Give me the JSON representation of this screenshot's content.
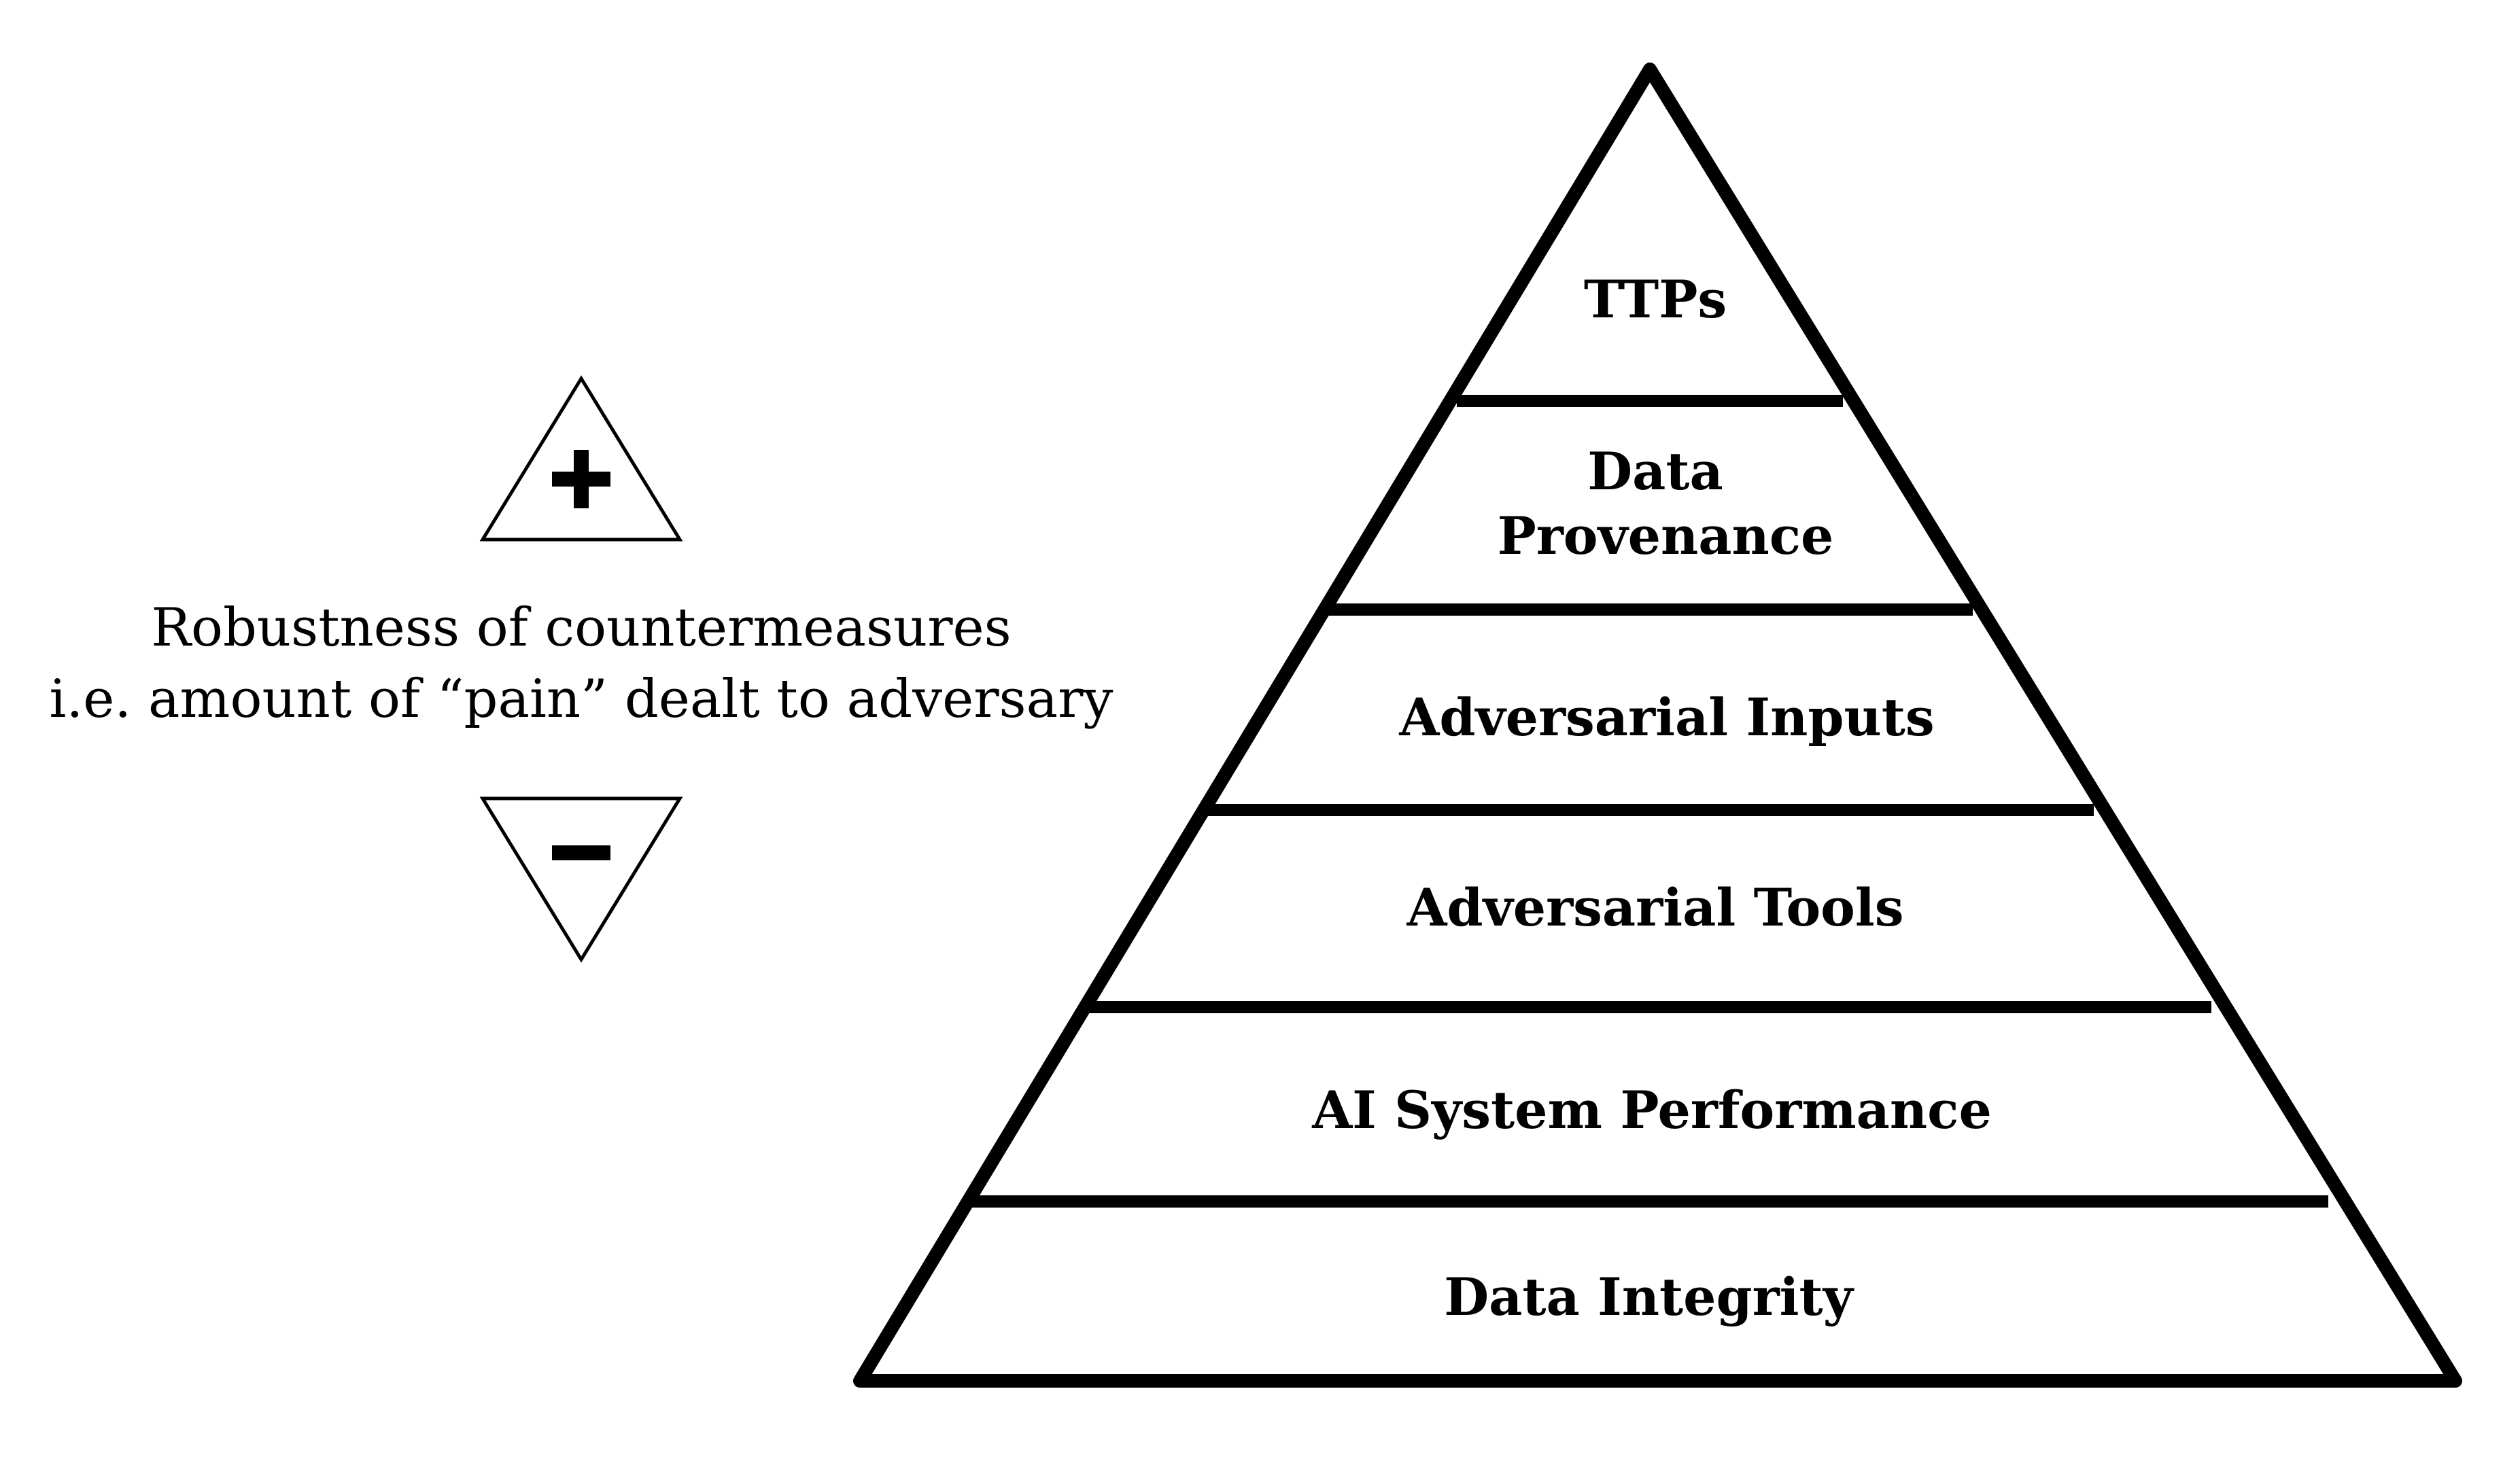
{
  "legend": {
    "more_symbol": "+",
    "less_symbol": "−",
    "caption_line_1": "Robustness of countermeasures",
    "caption_line_2": "i.e. amount of “pain” dealt to adversary"
  },
  "pyramid": {
    "tiers": [
      {
        "label_lines": [
          "TTPs"
        ]
      },
      {
        "label_lines": [
          "Data",
          "Provenance"
        ]
      },
      {
        "label_lines": [
          "Adversarial Inputs"
        ]
      },
      {
        "label_lines": [
          "Adversarial Tools"
        ]
      },
      {
        "label_lines": [
          "AI System Performance"
        ]
      },
      {
        "label_lines": [
          "Data Integrity"
        ]
      }
    ]
  }
}
